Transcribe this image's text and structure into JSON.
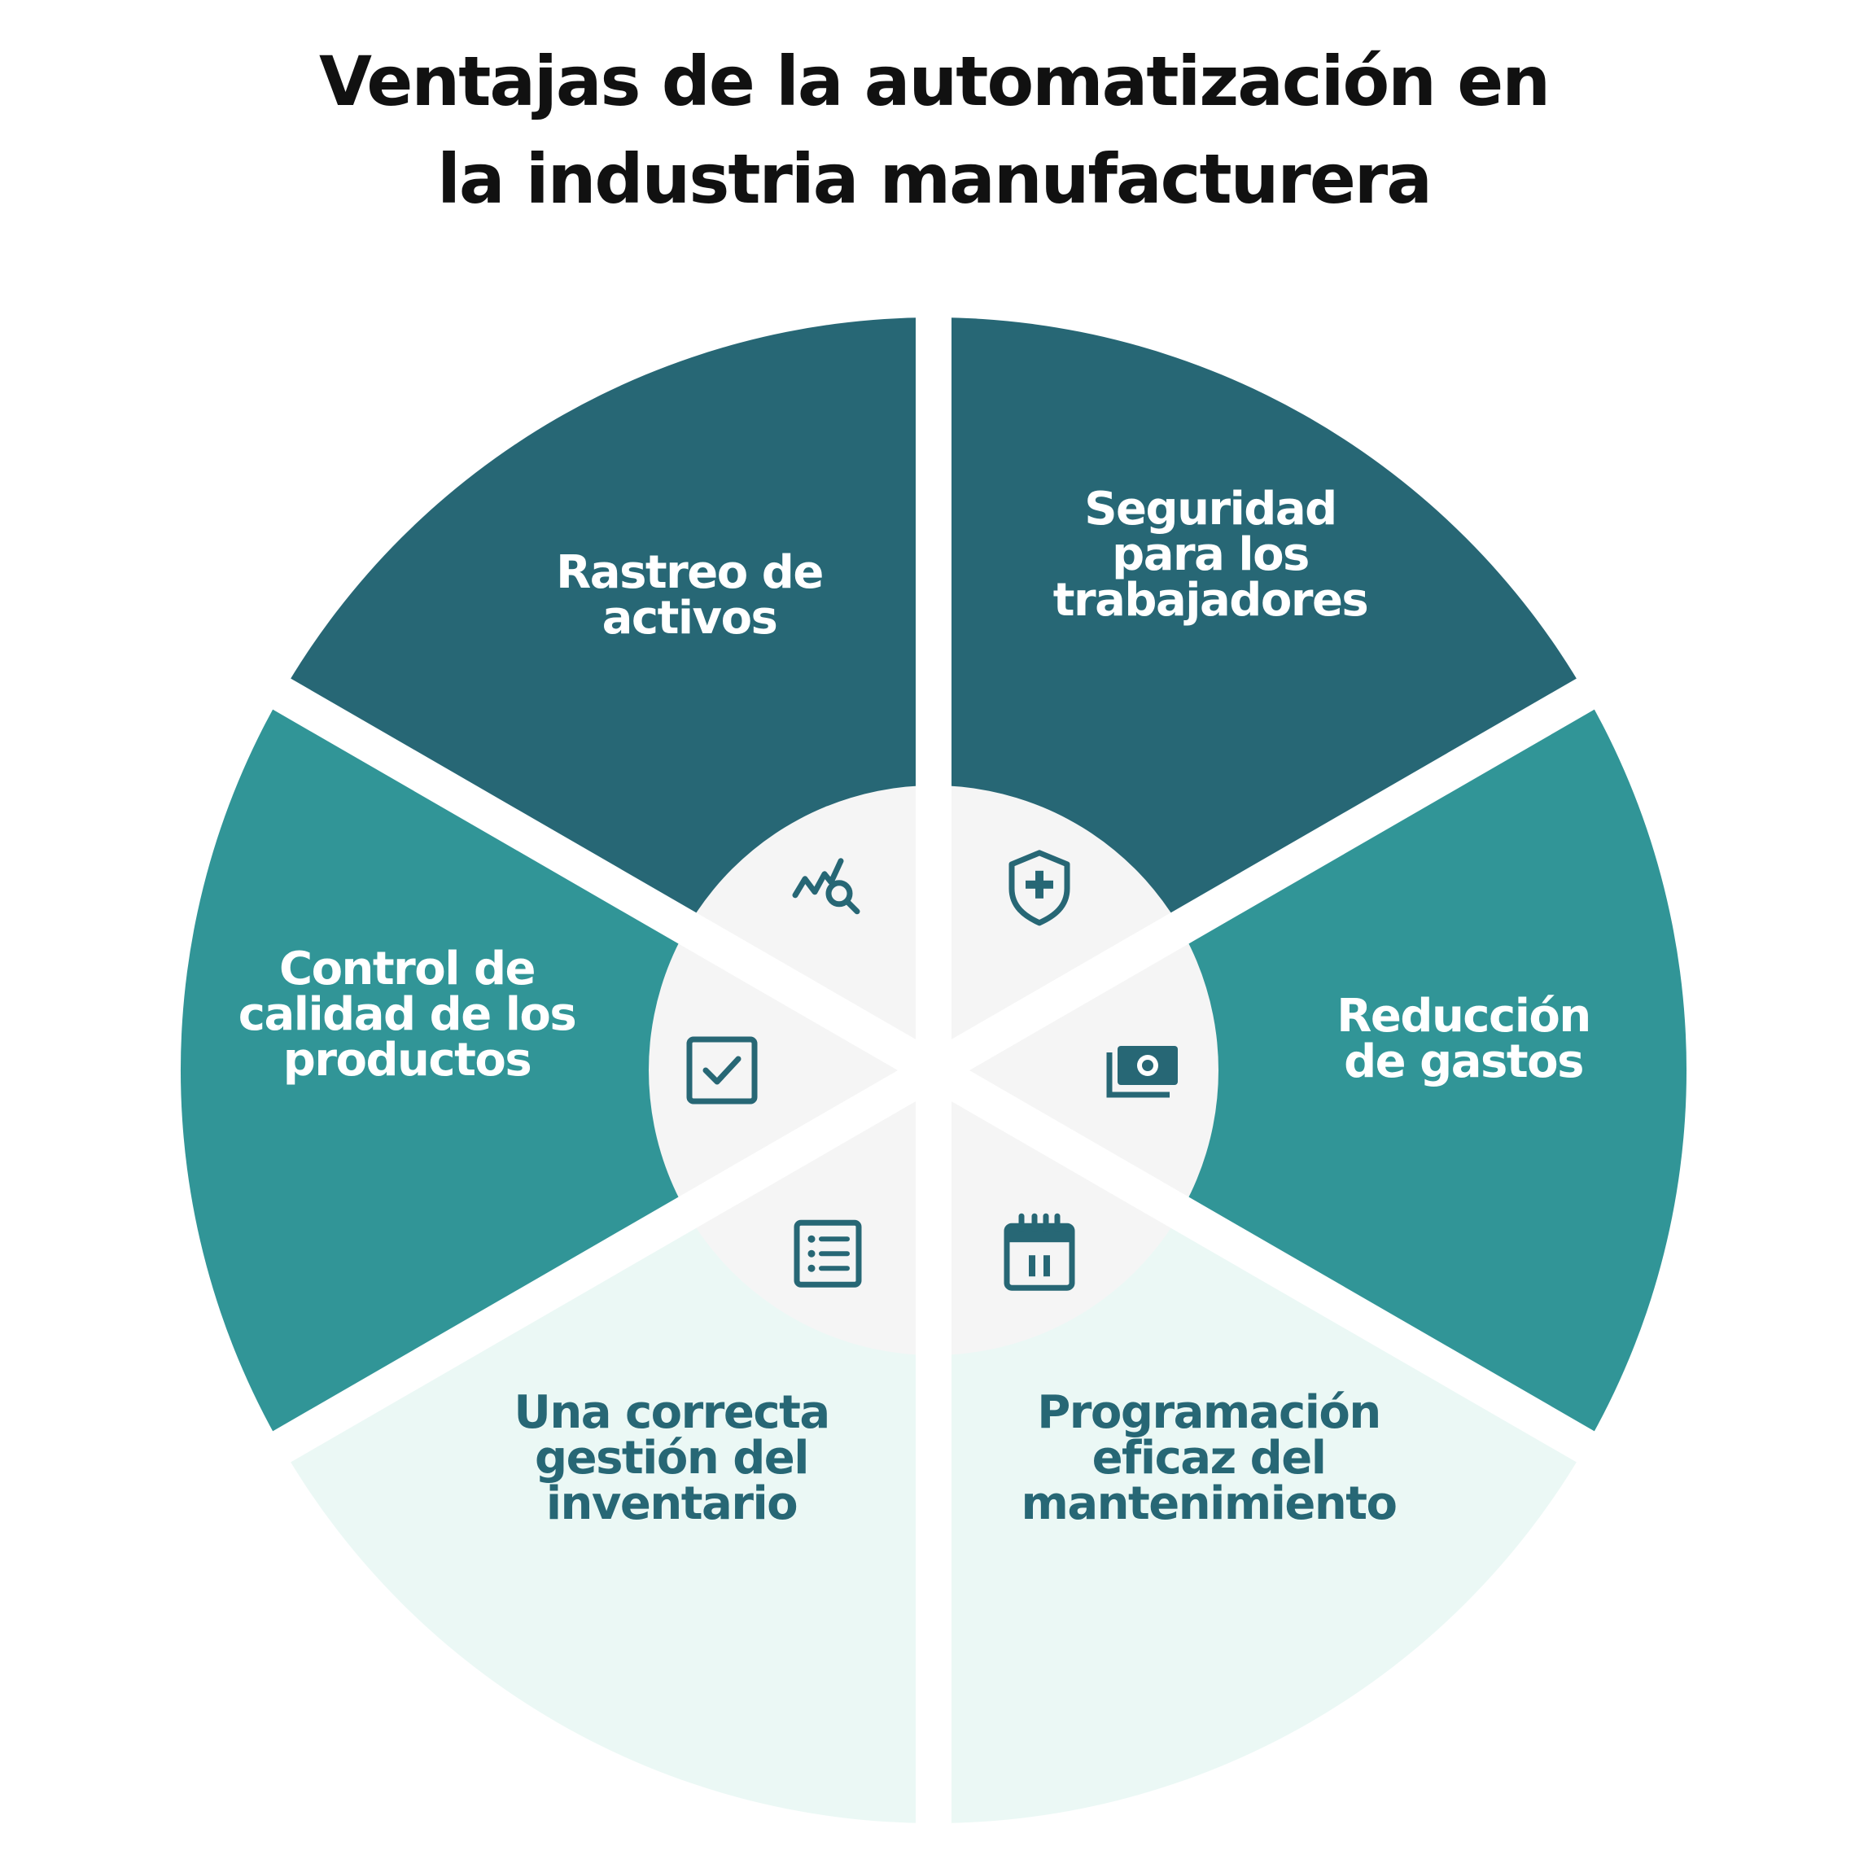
{
  "title": {
    "line1": "Ventajas de la automatización en",
    "line2": "la industria manufacturera"
  },
  "colors": {
    "dark": "#276775",
    "medium": "#319597",
    "light": "#ebf8f5",
    "hub": "#f5f5f5",
    "icon": "#276775",
    "text_on_dark": "#ffffff",
    "text_on_light": "#276775"
  },
  "segments": [
    {
      "id": "asset-tracking",
      "lines": [
        "Rastreo de",
        "activos"
      ],
      "color": "dark",
      "text": "text_on_dark",
      "icon": "chart-search-icon"
    },
    {
      "id": "worker-safety",
      "lines": [
        "Seguridad",
        "para los",
        "trabajadores"
      ],
      "color": "dark",
      "text": "text_on_dark",
      "icon": "shield-plus-icon"
    },
    {
      "id": "cost-reduction",
      "lines": [
        "Reducción",
        "de gastos"
      ],
      "color": "medium",
      "text": "text_on_dark",
      "icon": "money-icon"
    },
    {
      "id": "maintenance-scheduling",
      "lines": [
        "Programación",
        "eficaz del",
        "mantenimiento"
      ],
      "color": "light",
      "text": "text_on_light",
      "icon": "calendar-icon"
    },
    {
      "id": "inventory-management",
      "lines": [
        "Una correcta",
        "gestión del",
        "inventario"
      ],
      "color": "light",
      "text": "text_on_light",
      "icon": "list-icon"
    },
    {
      "id": "quality-control",
      "lines": [
        "Control de",
        "calidad de los",
        "productos"
      ],
      "color": "medium",
      "text": "text_on_dark",
      "icon": "checkbox-icon"
    }
  ]
}
